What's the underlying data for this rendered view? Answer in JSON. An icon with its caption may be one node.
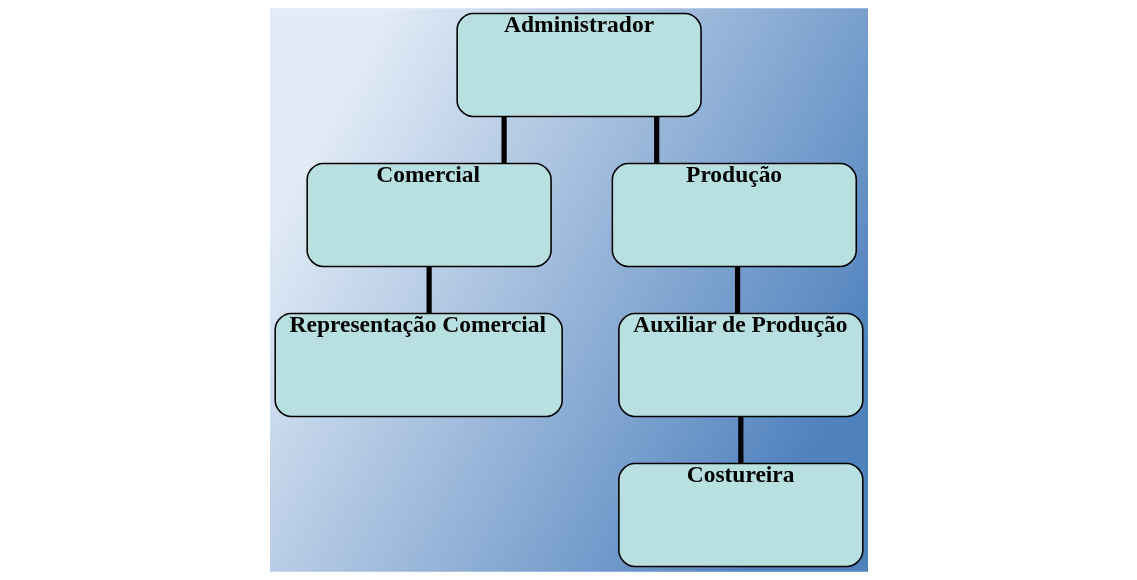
{
  "diagram": {
    "nodes": [
      {
        "text": [
          "Administrador"
        ]
      },
      {
        "text": [
          "Comercial"
        ]
      },
      {
        "text": [
          "Produção"
        ]
      },
      {
        "text": [
          "Representação Comercial"
        ]
      },
      {
        "text": [
          "Auxiliar de Produção"
        ]
      },
      {
        "text": [
          "Costureira"
        ]
      }
    ],
    "edges": [
      {
        "from": 0,
        "to": 1,
        "arrow": "none"
      },
      {
        "from": 0,
        "to": 2,
        "arrow": "none"
      },
      {
        "from": 1,
        "to": 3,
        "arrow": "none"
      },
      {
        "from": 2,
        "to": 4,
        "arrow": "none"
      },
      {
        "from": 4,
        "to": 5,
        "arrow": "none"
      }
    ]
  }
}
